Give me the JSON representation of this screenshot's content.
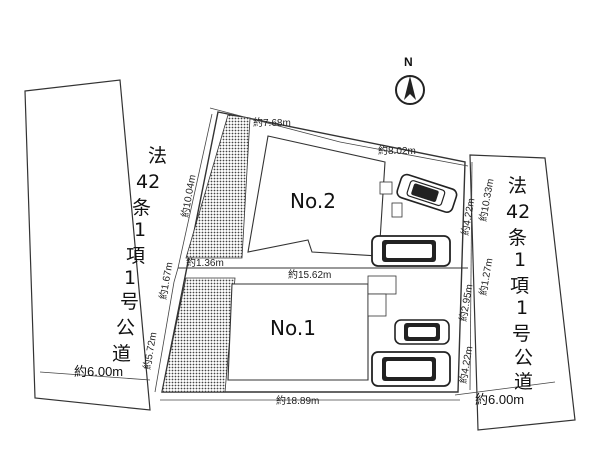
{
  "north": {
    "label": "N",
    "icon": "north-arrow-icon"
  },
  "lots": {
    "lot1": "No.1",
    "lot2": "No.2"
  },
  "roads": {
    "west": {
      "lines": [
        "法",
        "42",
        "条",
        "1",
        "項",
        "1",
        "号",
        "公",
        "道"
      ],
      "width": "約6.00m"
    },
    "east": {
      "lines": [
        "法",
        "42",
        "条",
        "1",
        "項",
        "1",
        "号",
        "公",
        "道"
      ],
      "width": "約6.00m"
    }
  },
  "dimensions": {
    "top_left": "約7.68m",
    "top_right": "約8.02m",
    "west_upper": "約10.04m",
    "west_mid": "約1.67m",
    "west_lower": "約5.72m",
    "inner_1_36": "約1.36m",
    "divider": "約15.62m",
    "bottom": "約18.89m",
    "east_10_33": "約10.33m",
    "east_4_22_upper": "約4.22m",
    "east_1_27": "約1.27m",
    "east_2_95": "約2.95m",
    "east_4_22_lower": "約4.22m"
  },
  "colors": {
    "line": "#333333",
    "fill_light": "#f2f2f2",
    "hatch": "#555555"
  }
}
